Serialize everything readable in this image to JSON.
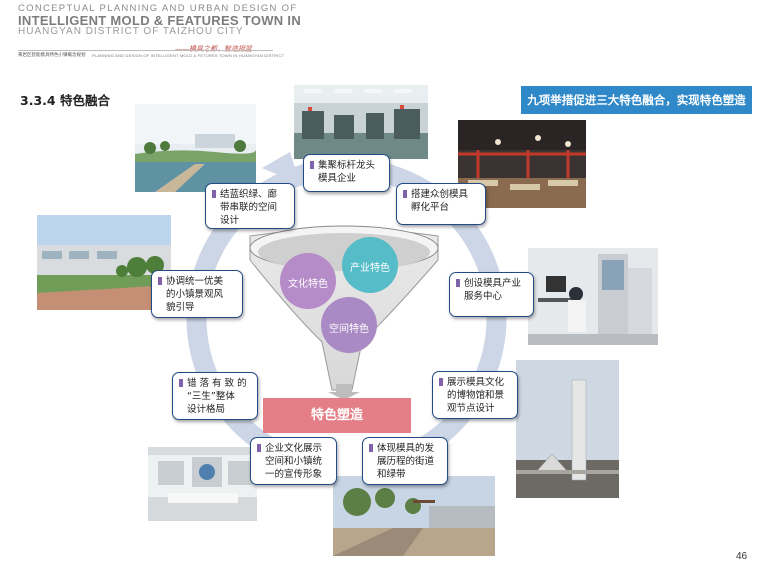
{
  "header": {
    "title_line1": "CONCEPTUAL PLANNING AND URBAN DESIGN OF",
    "title_line2": "INTELLIGENT MOLD & FEATURES TOWN IN",
    "title_line3": "HUANGYAN DISTRICT OF TAIZHOU CITY",
    "slogan": "——模具之都，智造摇篮",
    "subtitle_cn": "黄岩区智能模具特色小镇概念规划",
    "subtitle_en": "PLANNING AND DESIGN OF INTELLIGENT MOLD & FETURES TOWN IN HUANGYAN DISTRICT"
  },
  "section_title": "3.3.4 特色融合",
  "banner": "九项举措促进三大特色融合，实现特色塑造",
  "features": {
    "culture": "文化特色",
    "industry": "产业特色",
    "space": "空间特色"
  },
  "core": "特色塑造",
  "measures": [
    "集聚标杆龙头\n模具企业",
    "搭建众创模具\n孵化平台",
    "创设模具产业\n服务中心",
    "展示模具文化\n的博物馆和景\n观节点设计",
    "体现模具的发\n展历程的街道\n和绿带",
    "企业文化展示\n空间和小镇统\n一的宣传形象",
    "错 落 有 致 的\n“三生”整体\n设计格局",
    "协调统一优美\n的小镇景观风\n貌引导",
    "结蓝织绿、廊\n带串联的空间\n设计"
  ],
  "page_number": "46",
  "colors": {
    "banner": "#2f88c8",
    "box_border": "#234c86",
    "box_marker": "#7f62a8",
    "culture_circle": "#b58bc8",
    "industry_circle": "#55bcc8",
    "space_circle": "#a98ac5",
    "core_bar": "#e47f87",
    "ring": "#cdd6e6"
  }
}
